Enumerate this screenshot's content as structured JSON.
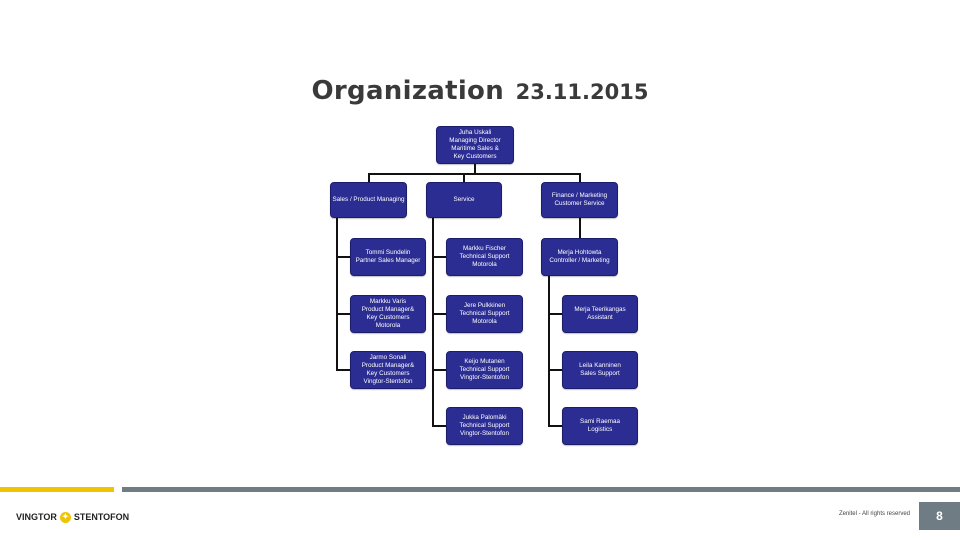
{
  "slide": {
    "title": "Organization",
    "date": "23.11.2015",
    "footer": "Zenitel - All rights reserved",
    "page_number": "8",
    "logo_left": "VINGTOR",
    "logo_right": "STENTOFON"
  },
  "org": {
    "root": {
      "lines": [
        "Juha Uskali",
        "Managing Director",
        "Maritime Sales &",
        "Key Customers"
      ]
    },
    "departments": [
      {
        "lines": [
          "Sales / Product Managing"
        ],
        "members": [
          {
            "lines": [
              "Tommi Sundelin",
              "Partner Sales Manager"
            ]
          },
          {
            "lines": [
              "Markku Varis",
              "Product Manager&",
              "Key Customers",
              "Motorola"
            ]
          },
          {
            "lines": [
              "Jarmo Sonali",
              "Product Manager&",
              "Key Customers",
              "Vingtor-Stentofon"
            ]
          }
        ]
      },
      {
        "lines": [
          "Service"
        ],
        "members": [
          {
            "lines": [
              "Markku Fischer",
              "Technical Support",
              "Motorola"
            ]
          },
          {
            "lines": [
              "Jere Pulkkinen",
              "Technical Support",
              "Motorola"
            ]
          },
          {
            "lines": [
              "Keijo Mutanen",
              "Technical Support",
              "Vingtor-Stentofon"
            ]
          },
          {
            "lines": [
              "Jukka Palomäki",
              "Technical Support",
              "Vingtor-Stentofon"
            ]
          }
        ]
      },
      {
        "lines": [
          "Finance / Marketing",
          "Customer Service"
        ],
        "members": [
          {
            "lines": [
              "Merja Hohtowta",
              "Controller / Marketing"
            ]
          }
        ],
        "sub_members": [
          {
            "lines": [
              "Merja Teerikangas",
              "Assistant"
            ]
          },
          {
            "lines": [
              "Leila Kanninen",
              "Sales Support"
            ]
          },
          {
            "lines": [
              "Sami Raemaa",
              "Logistics"
            ]
          }
        ]
      }
    ]
  },
  "colors": {
    "node_fill": "#2b2d93",
    "connector": "#111111",
    "accent_yellow": "#f1c400",
    "accent_gray": "#6f7c84"
  }
}
